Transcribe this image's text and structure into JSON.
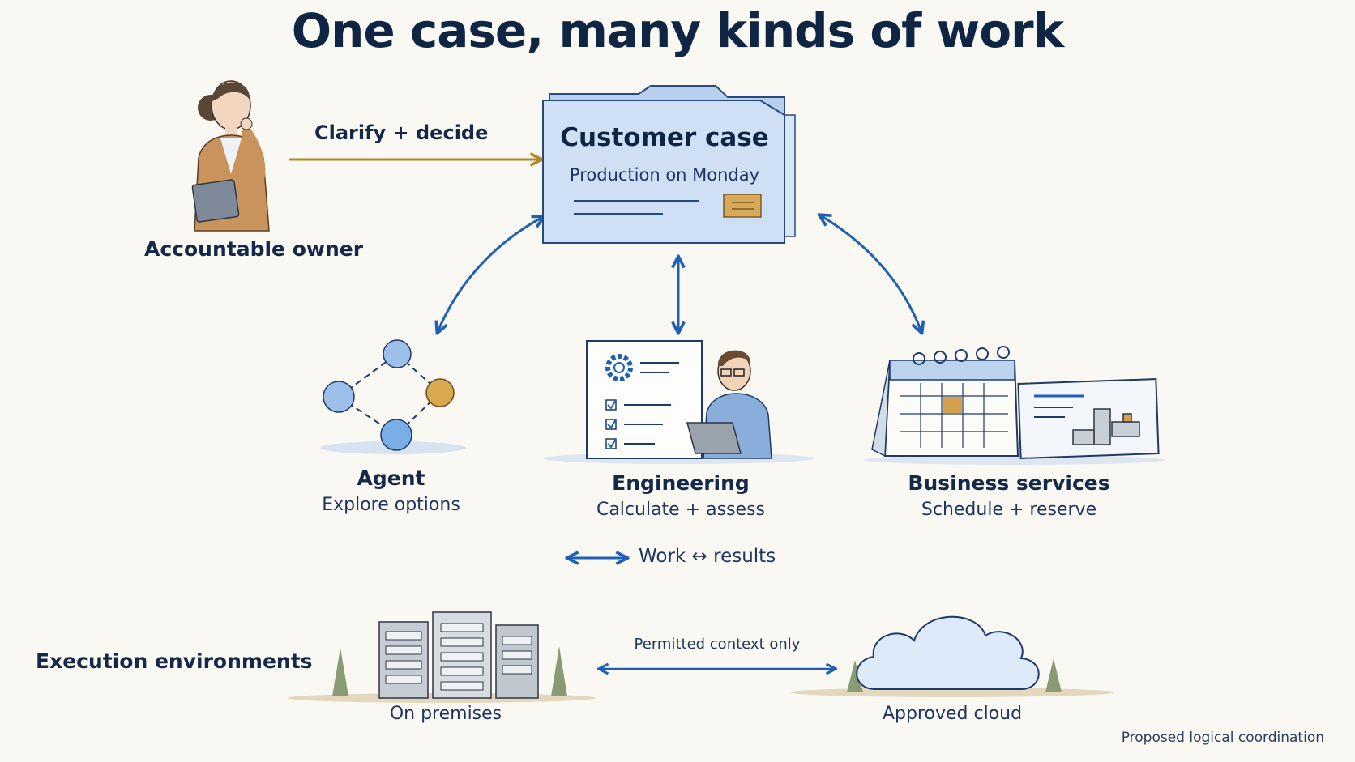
{
  "title": "One case, many kinds of work",
  "owner": {
    "label": "Accountable owner"
  },
  "owner_arrow": {
    "label": "Clarify + decide"
  },
  "case": {
    "title": "Customer case",
    "subtitle": "Production on Monday"
  },
  "agent": {
    "title": "Agent",
    "subtitle": "Explore options"
  },
  "engineering": {
    "title": "Engineering",
    "subtitle": "Calculate + assess"
  },
  "business": {
    "title": "Business services",
    "subtitle": "Schedule + reserve"
  },
  "legend": {
    "label": "Work ↔ results"
  },
  "environments": {
    "heading": "Execution environments",
    "on_premises": "On premises",
    "link_label": "Permitted context only",
    "cloud": "Approved cloud"
  },
  "footer": "Proposed logical coordination",
  "colors": {
    "navy": "#0f2544",
    "blue_arrow": "#1f5fb5",
    "gold_arrow": "#b3862a",
    "folder": "#cfe0f4",
    "background": "#faf8f2"
  }
}
